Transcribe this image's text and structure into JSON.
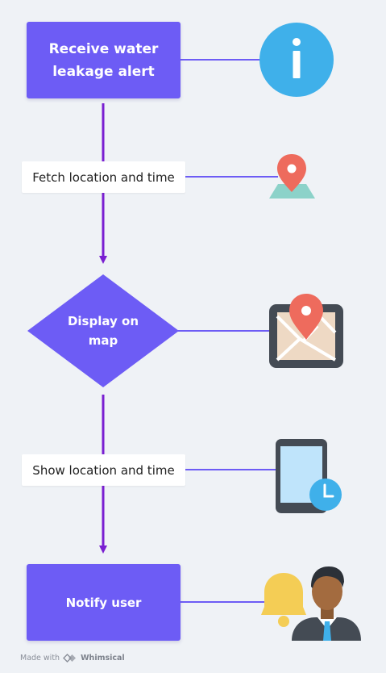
{
  "nodes": {
    "receive_alert": "Receive water leakage alert",
    "fetch_location": "Fetch location and time",
    "display_map": "Display on map",
    "show_location": "Show location and time",
    "notify_user": "Notify user"
  },
  "icons": {
    "info": "info-icon",
    "location_pin": "location-pin-icon",
    "map": "map-icon",
    "tablet_clock": "tablet-clock-icon",
    "bell_user": "bell-user-icon"
  },
  "footer": {
    "made_with": "Made with",
    "brand": "Whimsical"
  },
  "colors": {
    "node_fill": "#6d5cf5",
    "arrow": "#7a1fd1",
    "connector": "#6d5cf5",
    "background": "#eff2f6"
  }
}
